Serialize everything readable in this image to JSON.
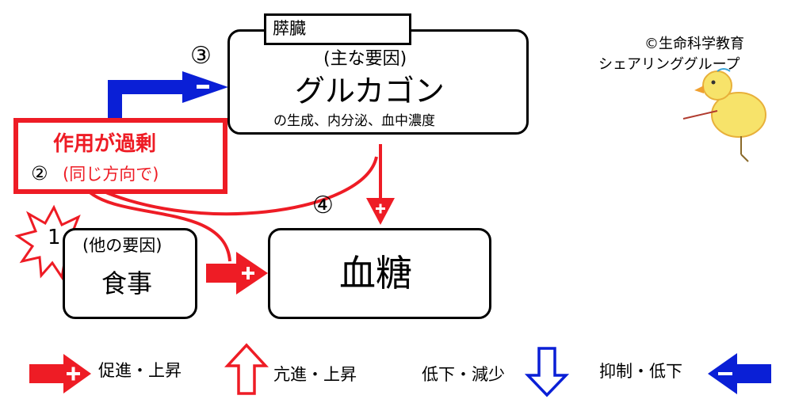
{
  "organ_label": "膵臓",
  "circled": {
    "n1": "1",
    "n2": "②",
    "n3": "③",
    "n4": "④"
  },
  "glucagon": {
    "main_factor": "(主な要因)",
    "name": "グルカゴン",
    "sub": "の生成、内分泌、血中濃度"
  },
  "excess": {
    "title": "作用が過剰",
    "note": "(同じ方向で)"
  },
  "meal": {
    "other_factor": "(他の要因)",
    "name": "食事"
  },
  "blood_sugar": "血糖",
  "credit": {
    "line1": "©生命科学教育",
    "line2": "シェアリンググループ"
  },
  "legend": {
    "promote": "促進・上昇",
    "enhance": "亢進・上昇",
    "decrease": "低下・減少",
    "inhibit": "抑制・低下"
  },
  "colors": {
    "red": "#ee1c25",
    "blue": "#0a1fd6",
    "black": "#000000"
  }
}
